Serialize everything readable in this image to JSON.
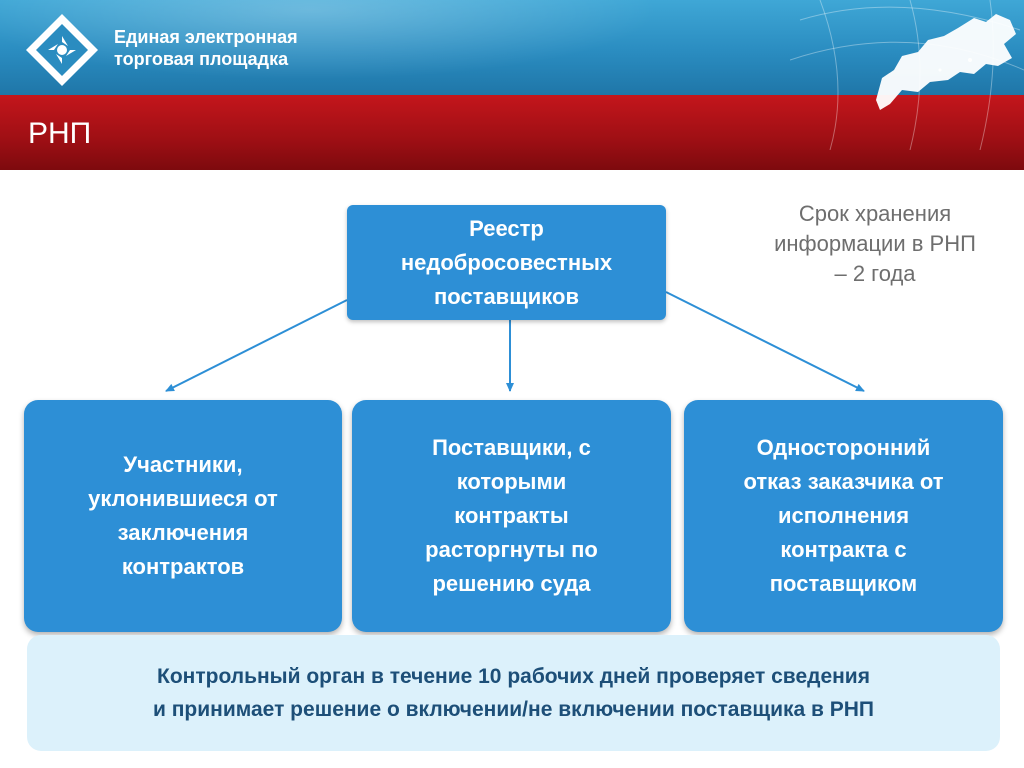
{
  "header": {
    "brand_line1": "Единая электронная",
    "brand_line2": "торговая площадка"
  },
  "section": {
    "title": "РНП"
  },
  "diagram": {
    "root": "Реестр\nнедобросовестных\nпоставщиков",
    "retention_note": "Срок хранения\nинформации в РНП\n– 2 года",
    "categories": [
      "Участники,\nуклонившиеся от\nзаключения\nконтрактов",
      "Поставщики, с\nкоторыми\nконтракты\nрасторгнуты по\nрешению суда",
      "Односторонний\nотказ заказчика от\nисполнения\nконтракта с\nпоставщиком"
    ],
    "footer": "Контрольный орган в течение 10 рабочих дней проверяет сведения\nи принимает решение о включении/не включении поставщика в РНП"
  },
  "colors": {
    "header_blue": "#2a8cc0",
    "header_red": "#9e0f14",
    "box_blue": "#2d8fd6",
    "footer_bg": "#dcf1fb",
    "footer_text": "#1d4f78",
    "note_gray": "#6e6e6e"
  }
}
